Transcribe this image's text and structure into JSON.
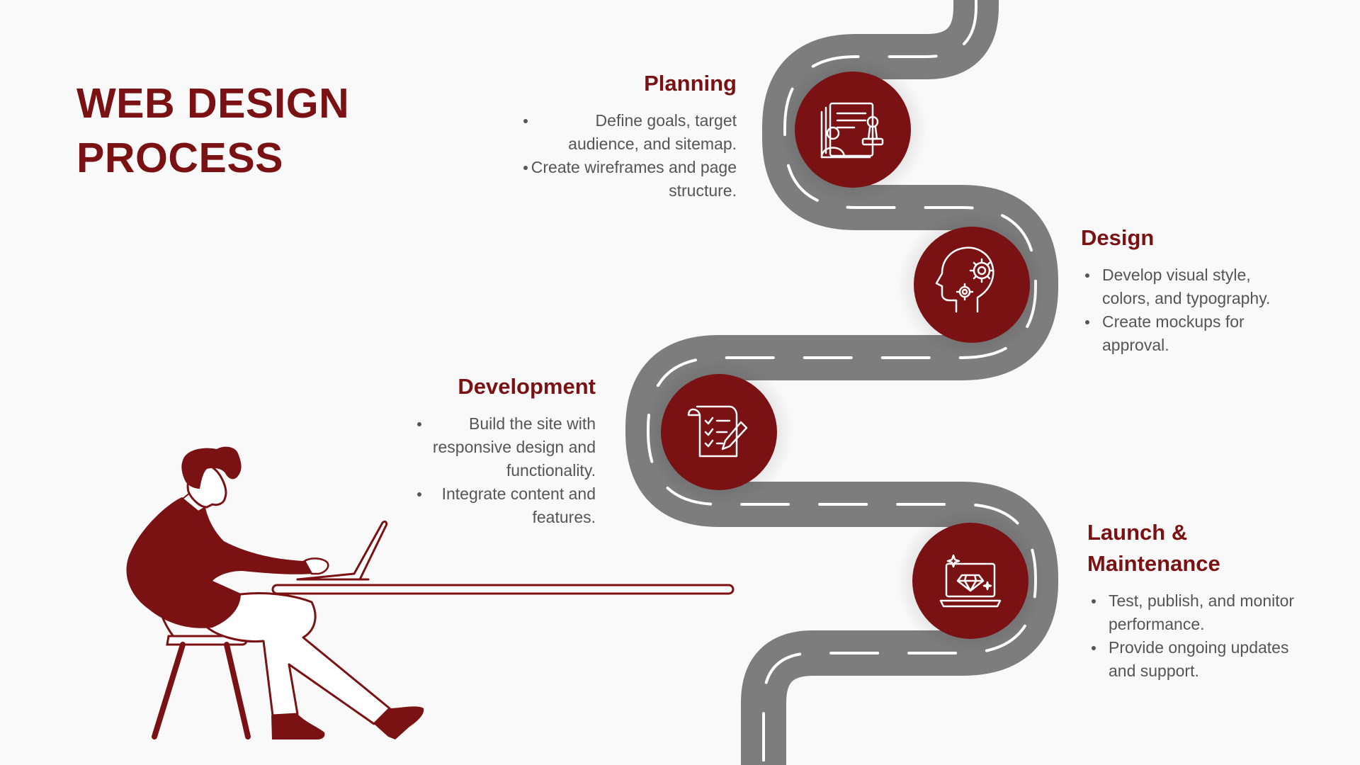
{
  "title": {
    "line1": "WEB DESIGN",
    "line2": "PROCESS"
  },
  "colors": {
    "brand": "#7a1113",
    "road": "#7d7d7d",
    "road_marking": "#ffffff",
    "text": "#555555",
    "background": "#f9f9f9"
  },
  "steps": [
    {
      "title": "Planning",
      "icon": "planning-document-person-icon",
      "bullets": [
        "Define goals, target audience, and sitemap.",
        "Create wireframes and page structure."
      ]
    },
    {
      "title": "Design",
      "icon": "head-with-gears-icon",
      "bullets": [
        "Develop visual style, colors, and typography.",
        "Create mockups for approval."
      ]
    },
    {
      "title": "Development",
      "icon": "checklist-with-pencil-icon",
      "bullets": [
        "Build the site with responsive design and functionality.",
        "Integrate content and features."
      ]
    },
    {
      "title": "Launch & Maintenance",
      "icon": "laptop-with-diamond-icon",
      "bullets": [
        "Test, publish, and monitor performance.",
        "Provide ongoing updates and support."
      ]
    }
  ]
}
